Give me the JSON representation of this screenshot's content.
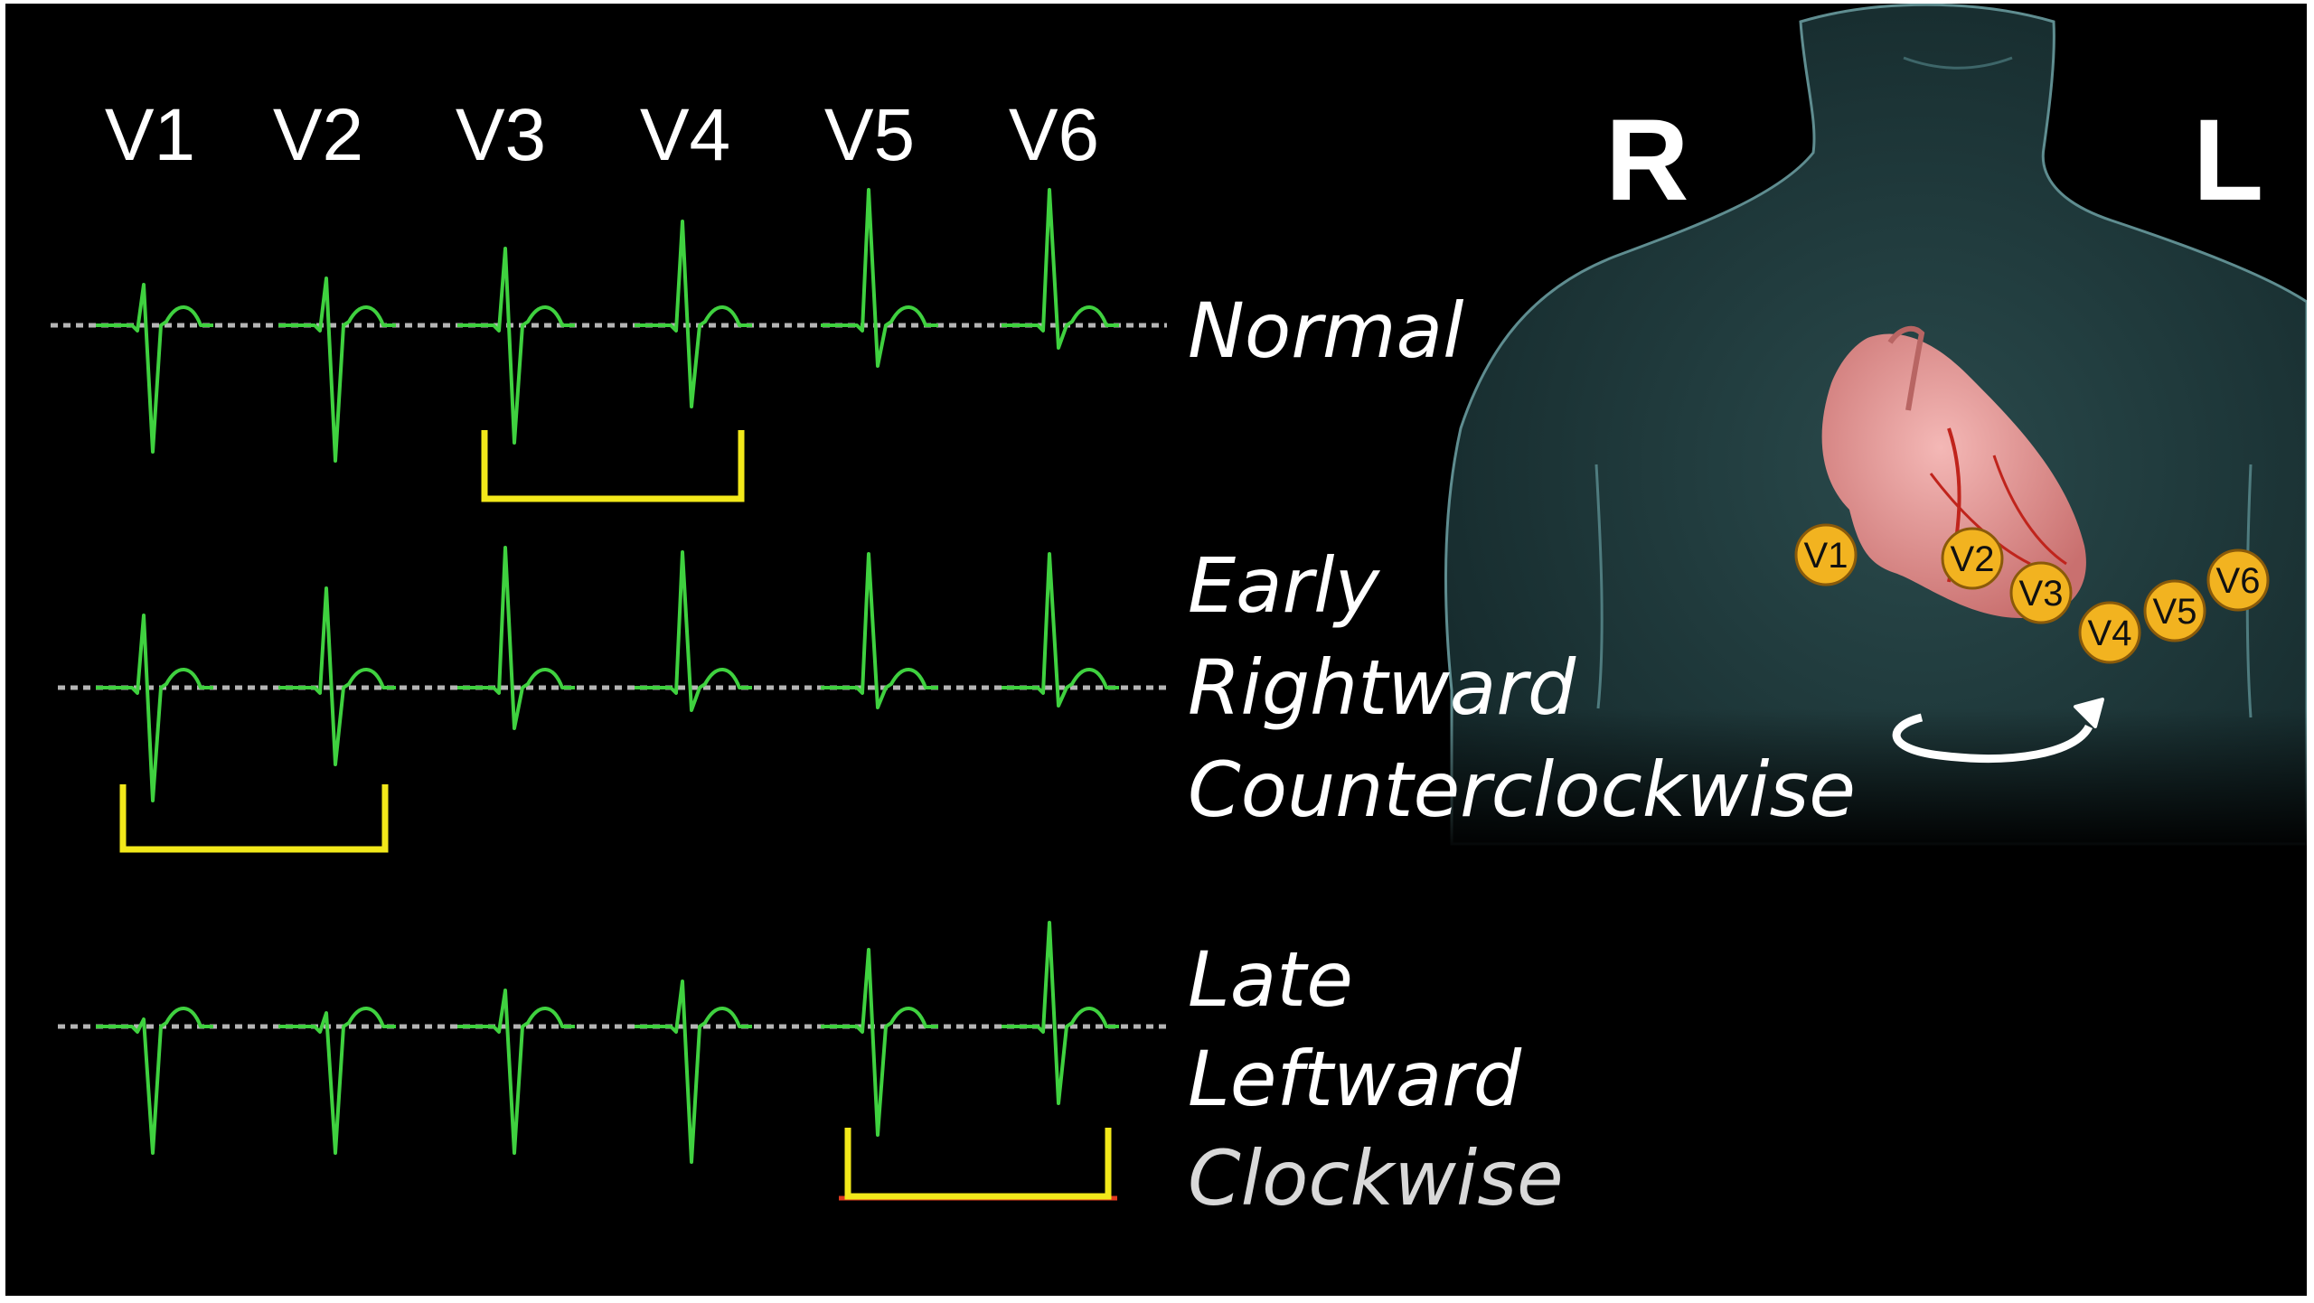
{
  "leads": [
    "V1",
    "V2",
    "V3",
    "V4",
    "V5",
    "V6"
  ],
  "side_labels": {
    "right": "R",
    "left": "L"
  },
  "rows": [
    {
      "name": "normal",
      "labels": [
        "Normal"
      ],
      "transition_between": [
        "V3",
        "V4"
      ]
    },
    {
      "name": "early",
      "labels": [
        "Early",
        "Rightward",
        "Counterclockwise"
      ],
      "transition_between": [
        "V1",
        "V2"
      ]
    },
    {
      "name": "late",
      "labels": [
        "Late",
        "Leftward",
        "Clockwise"
      ],
      "transition_between": [
        "V5",
        "V6"
      ]
    }
  ],
  "electrodes": [
    "V1",
    "V2",
    "V3",
    "V4",
    "V5",
    "V6"
  ],
  "colors": {
    "background": "#000000",
    "trace": "#3fd13f",
    "baseline": "#b5b5b5",
    "bracket": "#f2e81a",
    "bracket_underline": "#e03a1f",
    "electrode": "#f2b320",
    "torso": "#1c3436",
    "heart": "#e79a9a",
    "text": "#ffffff"
  },
  "icons": {
    "rotation": "counterclockwise-arrow-icon"
  }
}
